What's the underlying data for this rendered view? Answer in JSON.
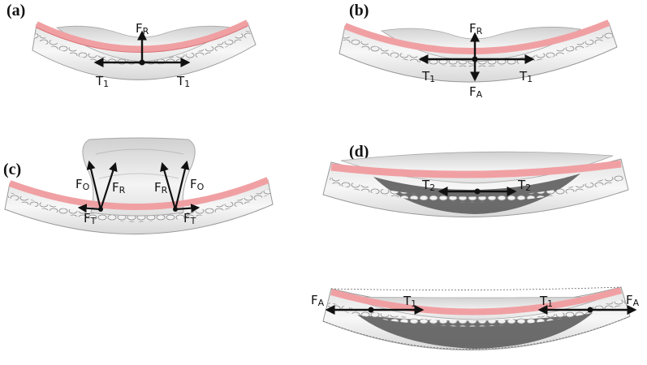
{
  "panels": {
    "a": {
      "label": "(a)",
      "forces": {
        "radial": [
          "F",
          "R"
        ],
        "t_left": [
          "T",
          "1"
        ],
        "t_right": [
          "T",
          "1"
        ]
      }
    },
    "b": {
      "label": "(b)",
      "forces": {
        "radial": [
          "F",
          "R"
        ],
        "axial": [
          "F",
          "A"
        ],
        "t_left": [
          "T",
          "1"
        ],
        "t_right": [
          "T",
          "1"
        ]
      }
    },
    "c": {
      "label": "(c)",
      "forces": {
        "fo_left": [
          "F",
          "O"
        ],
        "fr_left": [
          "F",
          "R"
        ],
        "fr_right": [
          "F",
          "R"
        ],
        "fo_right": [
          "F",
          "O"
        ],
        "ft_left": [
          "F",
          "T"
        ],
        "ft_right": [
          "F",
          "T"
        ]
      }
    },
    "d": {
      "label": "(d)",
      "forces": {
        "t2_left": [
          "T",
          "2"
        ],
        "t2_right": [
          "T",
          "2"
        ]
      }
    },
    "e": {
      "forces": {
        "fa_left": [
          "F",
          "A"
        ],
        "t1_left": [
          "T",
          "1"
        ],
        "t1_right": [
          "T",
          "1"
        ],
        "fa_right": [
          "F",
          "A"
        ]
      }
    }
  },
  "colors": {
    "tissue": "#f0a0a3",
    "tissue_edge": "#d9757a",
    "wall": "#ececec",
    "wall_edge": "#9a9a9a",
    "dark_fill": "#5d5d5d",
    "arrow": "#111111"
  }
}
